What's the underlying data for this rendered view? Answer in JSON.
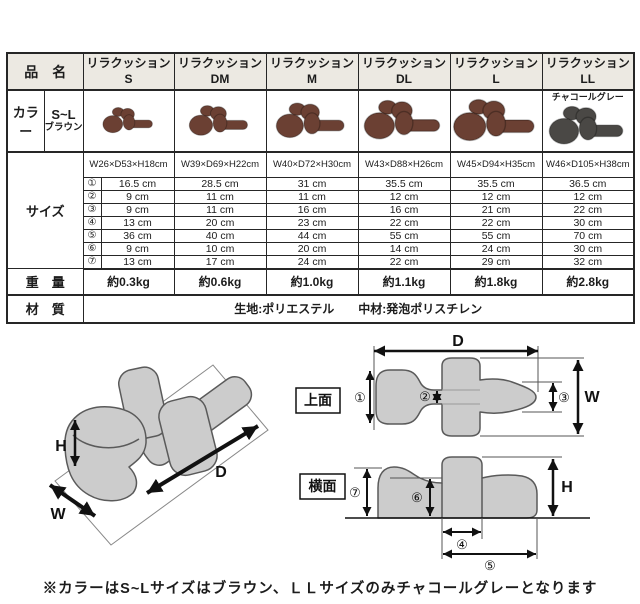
{
  "table": {
    "corner_label": "品　名",
    "row_labels": {
      "color": "カラー",
      "size": "サイズ",
      "weight": "重　量",
      "material": "材　質"
    },
    "color_scope": {
      "line1": "S~L",
      "line2": "ブラウン"
    },
    "size_item_numbers": [
      "①",
      "②",
      "③",
      "④",
      "⑤",
      "⑥",
      "⑦"
    ],
    "products": [
      {
        "brand": "リラクッション",
        "size_code": "S",
        "dimensions": "W26×D53×H18cm",
        "measurements": [
          "16.5 cm",
          "9 cm",
          "9 cm",
          "13 cm",
          "36 cm",
          "9 cm",
          "13 cm"
        ],
        "weight": "約0.3kg",
        "cushion_color": "#6b4033"
      },
      {
        "brand": "リラクッション",
        "size_code": "DM",
        "dimensions": "W39×D69×H22cm",
        "measurements": [
          "28.5 cm",
          "11 cm",
          "11 cm",
          "20 cm",
          "40 cm",
          "10 cm",
          "17 cm"
        ],
        "weight": "約0.6kg",
        "cushion_color": "#6b4033"
      },
      {
        "brand": "リラクッション",
        "size_code": "M",
        "dimensions": "W40×D72×H30cm",
        "measurements": [
          "31 cm",
          "11 cm",
          "16 cm",
          "23 cm",
          "44 cm",
          "20 cm",
          "24 cm"
        ],
        "weight": "約1.0kg",
        "cushion_color": "#6b4033"
      },
      {
        "brand": "リラクッション",
        "size_code": "DL",
        "dimensions": "W43×D88×H26cm",
        "measurements": [
          "35.5 cm",
          "12 cm",
          "16 cm",
          "22 cm",
          "55 cm",
          "14 cm",
          "22 cm"
        ],
        "weight": "約1.1kg",
        "cushion_color": "#6b4033"
      },
      {
        "brand": "リラクッション",
        "size_code": "L",
        "dimensions": "W45×D94×H35cm",
        "measurements": [
          "35.5 cm",
          "12 cm",
          "21 cm",
          "22 cm",
          "55 cm",
          "24 cm",
          "29 cm"
        ],
        "weight": "約1.8kg",
        "cushion_color": "#6b4033"
      },
      {
        "brand": "リラクッション",
        "size_code": "LL",
        "color_note": "チャコールグレー",
        "dimensions": "W46×D105×H38cm",
        "measurements": [
          "36.5 cm",
          "12 cm",
          "22 cm",
          "30 cm",
          "70 cm",
          "30 cm",
          "32 cm"
        ],
        "weight": "約2.8kg",
        "cushion_color": "#4a4845"
      }
    ],
    "material_value": "生地:ポリエステル　　中材:発泡ポリスチレン"
  },
  "diagrams": {
    "iso": {
      "h": "H",
      "d": "D",
      "w": "W"
    },
    "top_view": {
      "label": "上面",
      "d": "D",
      "w": "W",
      "n1": "①",
      "n2": "②",
      "n3": "③"
    },
    "side_view": {
      "label": "横面",
      "h": "H",
      "n4": "④",
      "n5": "⑤",
      "n6": "⑥",
      "n7": "⑦"
    }
  },
  "colors": {
    "cushion_brown": "#6b4033",
    "cushion_charcoal": "#4a4845",
    "diagram_fill": "#cccccc",
    "header_bg": "#ece9e2"
  },
  "footnote": "※カラーはS~Lサイズはブラウン、ＬＬサイズのみチャコールグレーとなります"
}
